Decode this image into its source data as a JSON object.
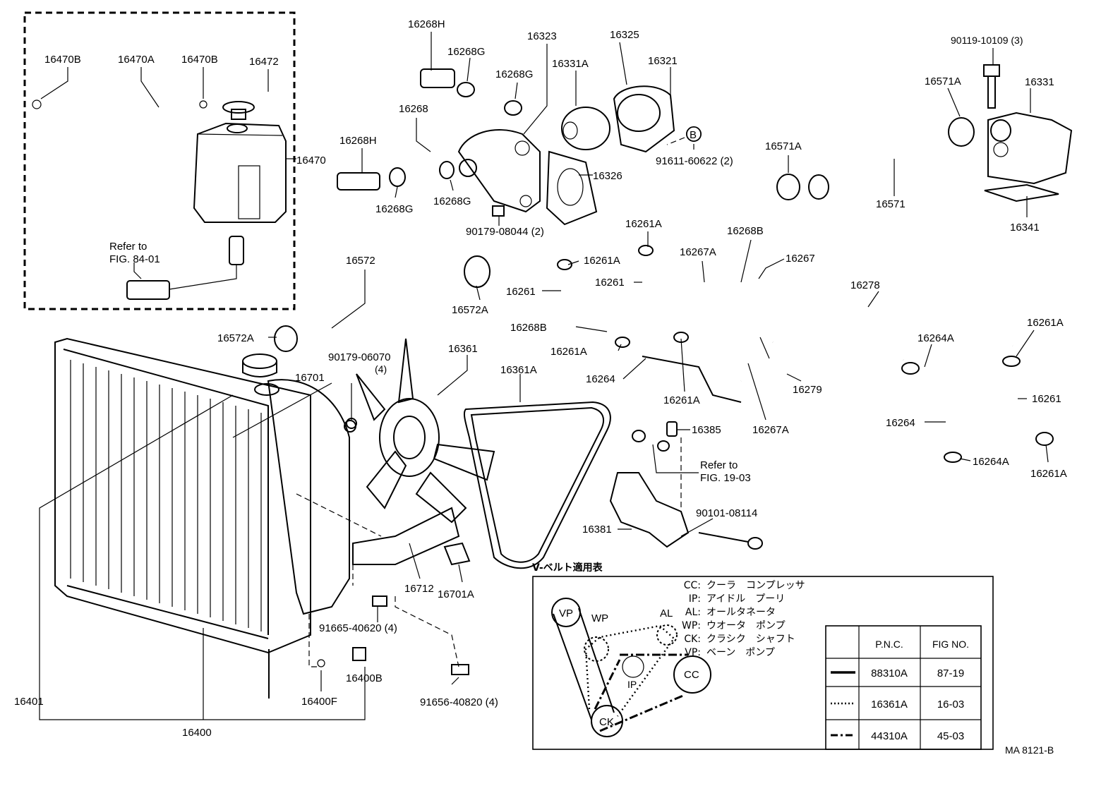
{
  "labels": {
    "l_16470B_a": "16470B",
    "l_16470A": "16470A",
    "l_16470B_b": "16470B",
    "l_16472": "16472",
    "l_16470": "16470",
    "l_refer_a1": "Refer to",
    "l_refer_a2": "FIG. 84-01",
    "l_16268H_a": "16268H",
    "l_16268G_a": "16268G",
    "l_16323": "16323",
    "l_16325": "16325",
    "l_16331A": "16331A",
    "l_16321": "16321",
    "l_16268G_b": "16268G",
    "l_16268": "16268",
    "l_16268H_b": "16268H",
    "l_16326": "16326",
    "l_16268G_c": "16268G",
    "l_16268G_d": "16268G",
    "l_90179_08044": "90179-08044 (2)",
    "l_B": "B",
    "l_91611": "91611-60622 (2)",
    "l_90119": "90119-10109 (3)",
    "l_16571A_a": "16571A",
    "l_16331": "16331",
    "l_16571A_b": "16571A",
    "l_16571": "16571",
    "l_16341": "16341",
    "l_16261A_a": "16261A",
    "l_16268B_a": "16268B",
    "l_16261A_b": "16261A",
    "l_16267A_a": "16267A",
    "l_16267": "16267",
    "l_16572": "16572",
    "l_16261_a": "16261",
    "l_16261_b": "16261",
    "l_16278": "16278",
    "l_16572A_a": "16572A",
    "l_16268B_b": "16268B",
    "l_16572A_b": "16572A",
    "l_16261A_c": "16261A",
    "l_16264A_a": "16264A",
    "l_16261A_d": "16261A",
    "l_90179_06070": "90179-06070",
    "l_90179_06070_q": "(4)",
    "l_16361": "16361",
    "l_16701": "16701",
    "l_16361A": "16361A",
    "l_16264_a": "16264",
    "l_16279": "16279",
    "l_16261A_e": "16261A",
    "l_16267A_b": "16267A",
    "l_16261_c": "16261",
    "l_16385": "16385",
    "l_16264_b": "16264",
    "l_refer_b1": "Refer to",
    "l_refer_b2": "FIG. 19-03",
    "l_16264A_b": "16264A",
    "l_16261A_f": "16261A",
    "l_90101": "90101-08114",
    "l_16381": "16381",
    "l_16712": "16712",
    "l_16701A": "16701A",
    "l_91665": "91665-40620 (4)",
    "l_16400B": "16400B",
    "l_16401": "16401",
    "l_16400F": "16400F",
    "l_91656": "91656-40820 (4)",
    "l_16400": "16400",
    "l_ma": "MA 8121-B"
  },
  "vbelt_panel": {
    "title": "V-ベルト適用表",
    "legend": [
      {
        "code": "CC:",
        "name": "クーラ　コンプレッサ"
      },
      {
        "code": "IP:",
        "name": "アイドル　プーリ"
      },
      {
        "code": "AL:",
        "name": "オールタネータ"
      },
      {
        "code": "WP:",
        "name": "ウオータ　ポンプ"
      },
      {
        "code": "CK:",
        "name": "クラシク　シャフト"
      },
      {
        "code": "VP:",
        "name": "ベーン　ポンプ"
      }
    ],
    "pulleys": {
      "vp": "VP",
      "wp": "WP",
      "al": "AL",
      "ip": "IP",
      "cc": "CC",
      "ck": "CK"
    },
    "table": {
      "headers": [
        "",
        "P.N.C.",
        "FIG NO."
      ],
      "rows": [
        {
          "line_style": "solid",
          "pnc": "88310A",
          "fig": "87-19"
        },
        {
          "line_style": "dotted",
          "pnc": "16361A",
          "fig": "16-03"
        },
        {
          "line_style": "dash-dot",
          "pnc": "44310A",
          "fig": "45-03"
        }
      ]
    }
  }
}
